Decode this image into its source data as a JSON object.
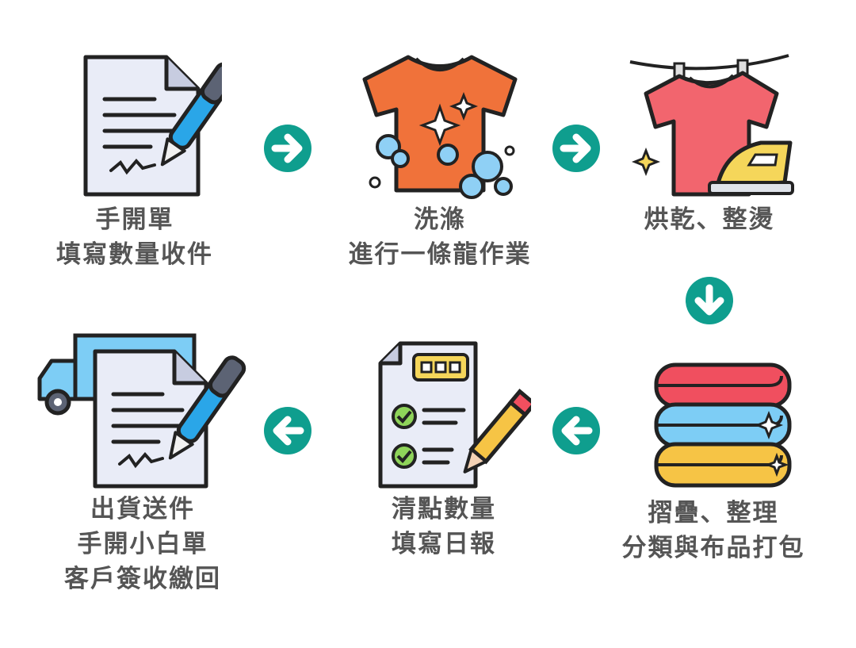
{
  "steps": [
    {
      "id": "order",
      "icon": "document-pen-icon",
      "lines": [
        "手開單",
        "填寫數量收件"
      ]
    },
    {
      "id": "wash",
      "icon": "tshirt-wash-icon",
      "lines": [
        "洗滌",
        "進行一條龍作業"
      ]
    },
    {
      "id": "dry",
      "icon": "tshirt-iron-icon",
      "lines": [
        "烘乾、整燙"
      ]
    },
    {
      "id": "fold",
      "icon": "folded-towels-icon",
      "lines": [
        "摺疊、整理",
        "分類與布品打包"
      ]
    },
    {
      "id": "count",
      "icon": "checklist-icon",
      "lines": [
        "清點數量",
        "填寫日報"
      ]
    },
    {
      "id": "ship",
      "icon": "truck-document-icon",
      "lines": [
        "出貨送件",
        "手開小白單",
        "客戶簽收繳回"
      ]
    }
  ],
  "arrows": [
    {
      "icon": "arrow-right-icon"
    },
    {
      "icon": "arrow-right-icon"
    },
    {
      "icon": "arrow-down-icon"
    },
    {
      "icon": "arrow-left-icon"
    },
    {
      "icon": "arrow-left-icon"
    }
  ],
  "colors": {
    "arrow": "#0f9e8e",
    "text": "#555555"
  }
}
